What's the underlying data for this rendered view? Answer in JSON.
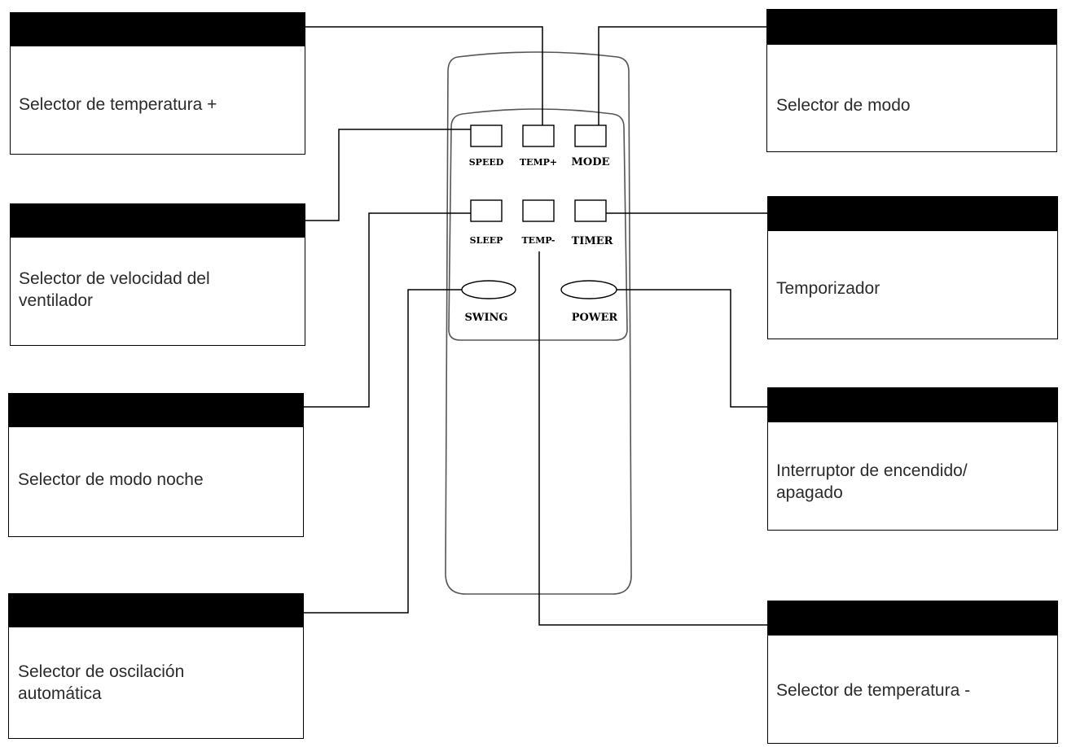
{
  "remote": {
    "buttons": {
      "speed": "SPEED",
      "temp_plus": "TEMP+",
      "mode": "MODE",
      "sleep": "SLEEP",
      "temp_minus": "TEMP-",
      "timer": "TIMER",
      "swing": "SWING",
      "power": "POWER"
    }
  },
  "callouts": {
    "temp_plus": "Selector de temperatura +",
    "speed_line1": "Selector de velocidad del",
    "speed_line2": "ventilador",
    "sleep": "Selector de modo noche",
    "swing_line1": "Selector de oscilación",
    "swing_line2": "automática",
    "mode": "Selector de modo",
    "timer": "Temporizador",
    "power_line1": "Interruptor de encendido/",
    "power_line2": "apagado",
    "temp_minus": "Selector de temperatura -"
  },
  "colors": {
    "ink": "#000000",
    "text": "#2b2b2b",
    "outline": "#555555",
    "background": "#ffffff"
  }
}
